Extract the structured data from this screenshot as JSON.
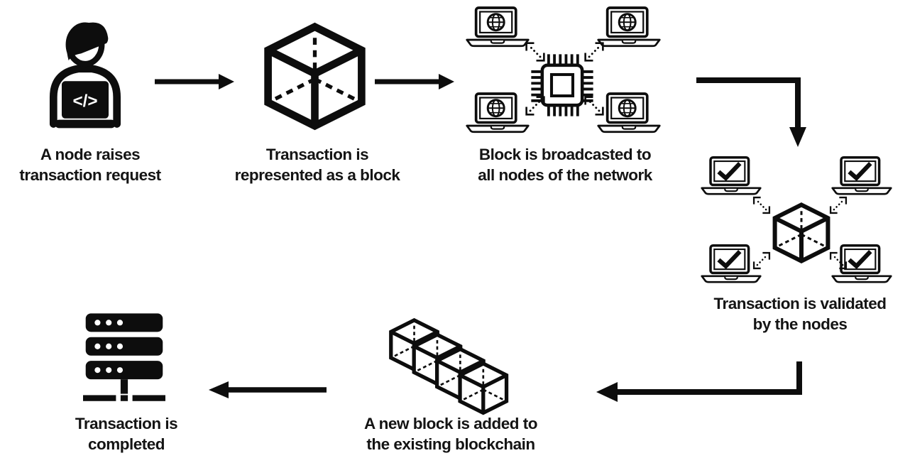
{
  "colors": {
    "background": "#ffffff",
    "ink": "#0d0d0d",
    "text": "#141414"
  },
  "diagram": {
    "laptop_code_glyph": "</>",
    "steps": [
      {
        "icon": "person-laptop-icon",
        "line1": "A node raises",
        "line2": "transaction request"
      },
      {
        "icon": "block-cube-icon",
        "line1": "Transaction is",
        "line2": "represented as a block"
      },
      {
        "icon": "cpu-broadcast-icon",
        "line1": "Block is broadcasted to",
        "line2": "all nodes of the network"
      },
      {
        "icon": "nodes-validate-icon",
        "line1": "Transaction is validated",
        "line2": "by the nodes"
      },
      {
        "icon": "blockchain-chain-icon",
        "line1": "A new block is added to",
        "line2": "the existing blockchain"
      },
      {
        "icon": "server-icon",
        "line1": "Transaction is",
        "line2": "completed"
      }
    ]
  }
}
